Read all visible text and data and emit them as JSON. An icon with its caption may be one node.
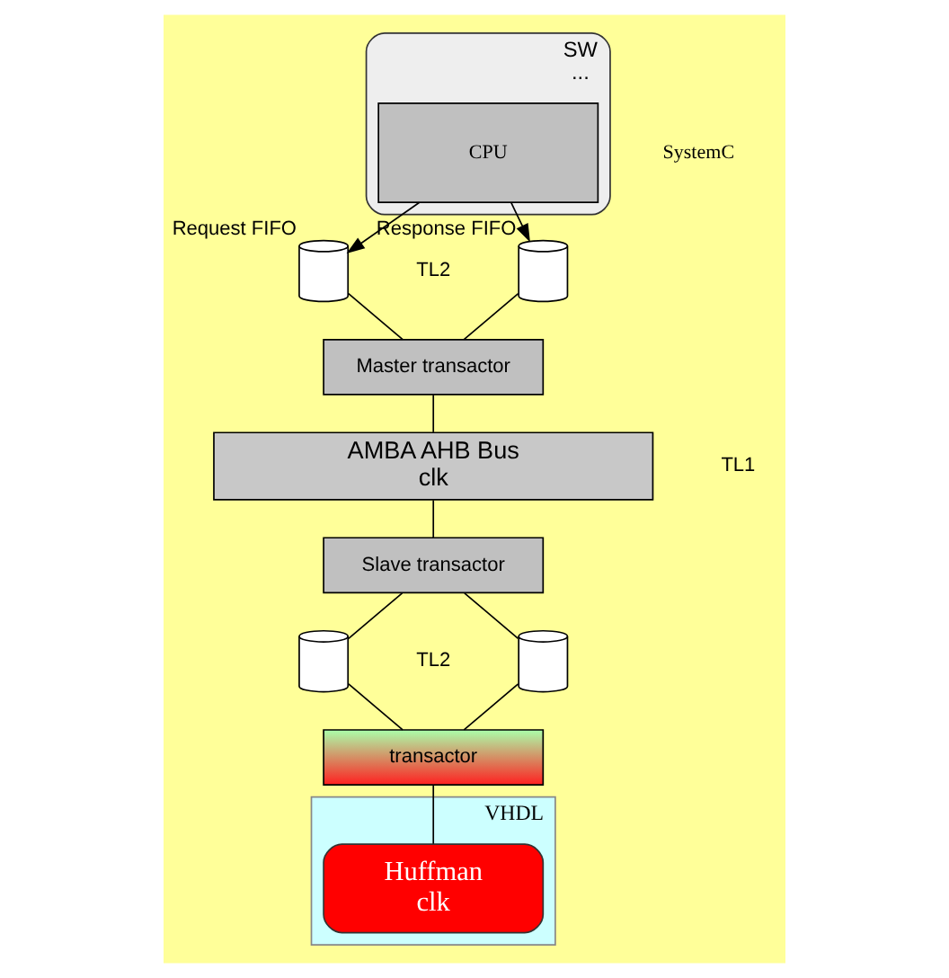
{
  "diagram": {
    "nodes": [
      {
        "text": [
          "SW",
          "..."
        ]
      },
      {
        "text": [
          "CPU"
        ],
        "in": 0
      },
      {
        "text": [],
        "shape": "cylinder",
        "beside": [
          "Request FIFO"
        ]
      },
      {
        "text": [],
        "shape": "cylinder",
        "beside": [
          "Response FIFO"
        ]
      },
      {
        "text": [
          "Master transactor"
        ]
      },
      {
        "text": [
          "AMBA AHB Bus",
          "clk"
        ]
      },
      {
        "text": [
          "Slave transactor"
        ]
      },
      {
        "text": [],
        "shape": "cylinder"
      },
      {
        "text": [],
        "shape": "cylinder"
      },
      {
        "text": [
          "transactor"
        ]
      },
      {
        "text": [
          "VHDL"
        ]
      },
      {
        "text": [
          "Huffman",
          "clk"
        ],
        "in": 10
      }
    ],
    "edges": [
      {
        "from": 1,
        "to": 2,
        "arrow": "to"
      },
      {
        "from": 1,
        "to": 3,
        "arrow": "to"
      },
      {
        "from": 2,
        "to": 4,
        "arrow": "none"
      },
      {
        "from": 3,
        "to": 4,
        "arrow": "none"
      },
      {
        "from": 4,
        "to": 5,
        "arrow": "none"
      },
      {
        "from": 5,
        "to": 6,
        "arrow": "none"
      },
      {
        "from": 6,
        "to": 7,
        "arrow": "none"
      },
      {
        "from": 6,
        "to": 8,
        "arrow": "none"
      },
      {
        "from": 7,
        "to": 9,
        "arrow": "none"
      },
      {
        "from": 8,
        "to": 9,
        "arrow": "none"
      },
      {
        "from": 9,
        "to": 11,
        "arrow": "none"
      }
    ],
    "labels": [
      "SystemC",
      "TL2",
      "TL1",
      "TL2"
    ]
  }
}
